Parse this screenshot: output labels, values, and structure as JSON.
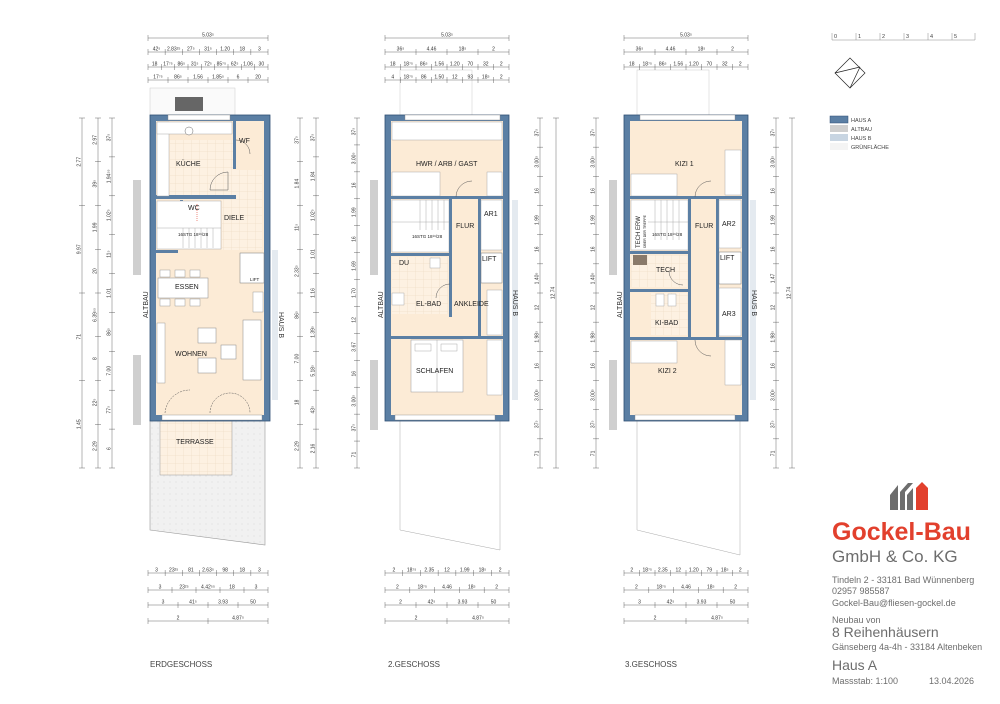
{
  "colors": {
    "wall": "#5b7fa4",
    "floor": "#fcebd6",
    "altbau": "#cfcfcf",
    "haus_b": "#c8d5e2",
    "brand_red": "#e2402d",
    "brand_gray": "#6d6d6d"
  },
  "scale_bar": {
    "ticks": [
      "0",
      "1",
      "2",
      "3",
      "4",
      "5"
    ]
  },
  "legend": [
    {
      "label": "HAUS A",
      "color": "#5b7fa4"
    },
    {
      "label": "ALTBAU",
      "color": "#cfcfcf"
    },
    {
      "label": "HAUS B",
      "color": "#c8d5e2"
    },
    {
      "label": "GRÜNFLÄCHE",
      "color": "#f4f4f4"
    }
  ],
  "title_block": {
    "company": "Gockel-Bau",
    "company_sub": "GmbH & Co. KG",
    "address": "Tindeln 2 - 33181 Bad Wünnenberg",
    "phone": "02957 985587",
    "email": "Gockel-Bau@fliesen-gockel.de",
    "project_intro": "Neubau von",
    "project": "8 Reihenhäusern",
    "project_address": "Gänseberg 4a-4h - 33184 Altenbeken",
    "house": "Haus A",
    "scale": "Massstab: 1:100",
    "date": "13.04.2026"
  },
  "floors": [
    {
      "name": "ERDGESCHOSS",
      "side_left": "ALTBAU",
      "side_right": "HAUS B",
      "rooms": {
        "kueche": "KÜCHE",
        "wf": "WF",
        "wc": "WC",
        "diele": "DIELE",
        "essen": "ESSEN",
        "wohnen": "WOHNEN",
        "terrasse": "TERRASSE",
        "lift": "LIFT"
      },
      "stair": "16STG 18¹⁹/28",
      "dims_top": [
        [
          "5.03⁵"
        ],
        [
          "42⁵",
          "2.83²⁵",
          "27⁵",
          "31⁵",
          "1.20",
          "18",
          "3"
        ],
        [
          "18",
          "17⁷⁵",
          "86⁵",
          "31⁵",
          "72⁵",
          "85⁷⁵",
          "62⁵",
          "1.06",
          "30"
        ],
        [
          "17⁷⁵",
          "86⁵",
          "1.56",
          "1.85⁵",
          "6",
          "20"
        ]
      ],
      "dims_bottom": [
        [
          "3",
          "23²⁵",
          "81",
          "2.63⁵",
          "98",
          "18",
          "3"
        ],
        [
          "3",
          "23²⁵",
          "4.42⁵⁵",
          "18",
          "3"
        ],
        [
          "3",
          "41⁵",
          "3.93",
          "50"
        ],
        [
          "2",
          "4.87⁵"
        ]
      ],
      "dims_left": [
        [
          "2.77",
          "9.97",
          "71",
          "1.45"
        ],
        [
          "2.97",
          "39⁵",
          "1.99",
          "20",
          "6.39⁵⁵",
          "8",
          "22⁵",
          "2.29"
        ],
        [
          "37⁵",
          "1.94⁵⁵",
          "1.02⁵",
          "11⁵",
          "1.01",
          "86⁵",
          "7.00",
          "77⁵",
          "6"
        ]
      ],
      "dims_right": [
        [
          "37⁵",
          "1.84",
          "11⁵",
          "2.33⁵",
          "86⁵",
          "7.00",
          "18",
          "2.29"
        ],
        [
          "37⁵",
          "1.84",
          "1.02⁵",
          "1.01",
          "1.16",
          "1.39⁵",
          "5.18⁵",
          "43⁵",
          "2.16"
        ]
      ]
    },
    {
      "name": "2.GESCHOSS",
      "side_left": "ALTBAU",
      "side_right": "HAUS B",
      "rooms": {
        "hwr": "HWR / ARB / GAST",
        "flur": "FLUR",
        "ar1": "AR1",
        "lift": "LIFT",
        "du": "DU",
        "elbad": "EL-BAD",
        "ankleide": "ANKLEIDE",
        "schlafen": "SCHLAFEN"
      },
      "stair": "16STG 18¹⁹/28",
      "dims_top": [
        [
          "5.03⁵"
        ],
        [
          "36⁵",
          "4.46",
          "18⁵",
          "2"
        ],
        [
          "18",
          "18⁷⁵",
          "86⁵",
          "1.56",
          "1.20",
          "70",
          "32",
          "2"
        ],
        [
          "4",
          "18⁷⁵",
          "86",
          "1.50",
          "12",
          "93",
          "18⁵",
          "2"
        ]
      ],
      "dims_bottom": [
        [
          "2",
          "18⁷⁵",
          "2.35",
          "12",
          "1.99",
          "18⁵",
          "2"
        ],
        [
          "2",
          "18⁷⁵",
          "4.46",
          "18⁵",
          "2"
        ],
        [
          "2",
          "42⁵",
          "3.93",
          "50"
        ],
        [
          "2",
          "4.87⁵"
        ]
      ],
      "dims_left": [
        [
          "37⁵",
          "3.00⁵",
          "16",
          "1.99",
          "16",
          "1.69",
          "1.70",
          "12",
          "3.67",
          "16",
          "3.00⁵",
          "37⁵",
          "71"
        ]
      ],
      "dims_right": [
        [
          "37⁵",
          "3.00⁵",
          "16",
          "1.99",
          "16",
          "1.40⁵",
          "12",
          "1.98⁵",
          "16",
          "3.00⁵",
          "37⁵",
          "71"
        ],
        [
          "12.74"
        ]
      ]
    },
    {
      "name": "3.GESCHOSS",
      "side_left": "ALTBAU",
      "side_right": "HAUS B",
      "rooms": {
        "kizi1": "KIZI 1",
        "tech_erw": "TECH ERW",
        "tech_erw_sub": "ÜBER DER TREPPE",
        "flur": "FLUR",
        "ar2": "AR2",
        "lift": "LIFT",
        "tech": "TECH",
        "kibad": "KI-BAD",
        "ar3": "AR3",
        "kizi2": "KIZI 2"
      },
      "stair": "16STG 18¹⁹/28",
      "dims_top": [
        [
          "5.03⁵"
        ],
        [
          "36⁵",
          "4.46",
          "18⁵",
          "2"
        ],
        [
          "18",
          "18⁷⁵",
          "86⁵",
          "1.56",
          "1.20",
          "70",
          "32",
          "2"
        ]
      ],
      "dims_bottom": [
        [
          "2",
          "18⁷⁵",
          "2.35",
          "12",
          "1.20",
          "79",
          "18⁵",
          "2"
        ],
        [
          "2",
          "18⁷⁵",
          "4.46",
          "18⁵",
          "2"
        ],
        [
          "3",
          "42⁵",
          "3.93",
          "50"
        ],
        [
          "2",
          "4.87⁵"
        ]
      ],
      "dims_left": [
        [
          "37⁵",
          "3.00⁵",
          "16",
          "1.99",
          "16",
          "1.40⁵",
          "12",
          "1.98⁵",
          "16",
          "3.00⁵",
          "37⁵",
          "71"
        ]
      ],
      "dims_right": [
        [
          "37⁵",
          "3.00⁵",
          "16",
          "1.99",
          "16",
          "1.47",
          "12",
          "1.98⁵",
          "16",
          "3.00⁵",
          "37⁵",
          "71"
        ],
        [
          "12.74"
        ]
      ]
    }
  ]
}
